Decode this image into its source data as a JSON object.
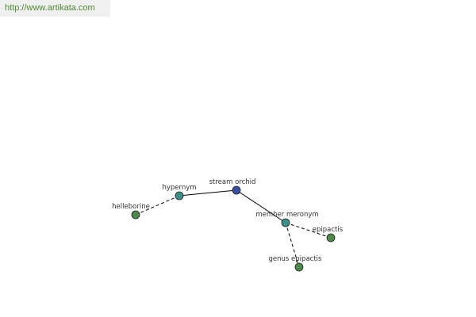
{
  "watermark": {
    "text": "http://www.artikata.com"
  },
  "colors": {
    "root": "#3c4ca0",
    "relation": "#3d8f8a",
    "leaf": "#4d8a4a",
    "watermark_text": "#4d8a2f"
  },
  "graph": {
    "nodes": [
      {
        "id": "stream-orchid",
        "label": "stream orchid",
        "kind": "root"
      },
      {
        "id": "hypernym",
        "label": "hypernym",
        "kind": "relation"
      },
      {
        "id": "helleborine",
        "label": "helleborine",
        "kind": "leaf"
      },
      {
        "id": "member-meronym",
        "label": "member meronym",
        "kind": "relation"
      },
      {
        "id": "epipactis",
        "label": "epipactis",
        "kind": "leaf"
      },
      {
        "id": "genus-epipactis",
        "label": "genus epipactis",
        "kind": "leaf"
      }
    ],
    "edges": [
      {
        "from": "stream-orchid",
        "to": "hypernym",
        "style": "solid"
      },
      {
        "from": "hypernym",
        "to": "helleborine",
        "style": "dashed"
      },
      {
        "from": "stream-orchid",
        "to": "member-meronym",
        "style": "solid"
      },
      {
        "from": "member-meronym",
        "to": "epipactis",
        "style": "dashed"
      },
      {
        "from": "member-meronym",
        "to": "genus-epipactis",
        "style": "dashed"
      }
    ]
  }
}
